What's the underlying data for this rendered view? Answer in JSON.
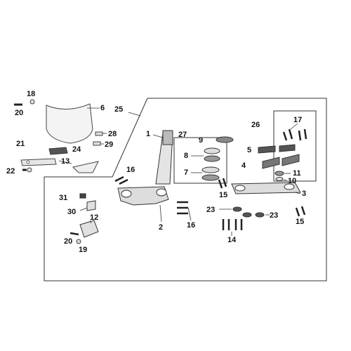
{
  "diagram": {
    "callouts": {
      "c1": "1",
      "c2": "2",
      "c3": "3",
      "c4": "4",
      "c5": "5",
      "c6": "6",
      "c7": "7",
      "c8": "8",
      "c9": "9",
      "c10": "10",
      "c11": "11",
      "c12": "12",
      "c13": "13",
      "c14": "14",
      "c15a": "15",
      "c15b": "15",
      "c16a": "16",
      "c16b": "16",
      "c17": "17",
      "c18": "18",
      "c19": "19",
      "c20a": "20",
      "c20b": "20",
      "c21": "21",
      "c22": "22",
      "c23a": "23",
      "c23b": "23",
      "c24": "24",
      "c25": "25",
      "c26": "26",
      "c27": "27",
      "c28": "28",
      "c29": "29",
      "c30": "30",
      "c31": "31"
    },
    "colors": {
      "line": "#333333",
      "part_fill": "#ececec",
      "part_dark": "#555555",
      "windscreen": "#f4f4f4"
    }
  }
}
